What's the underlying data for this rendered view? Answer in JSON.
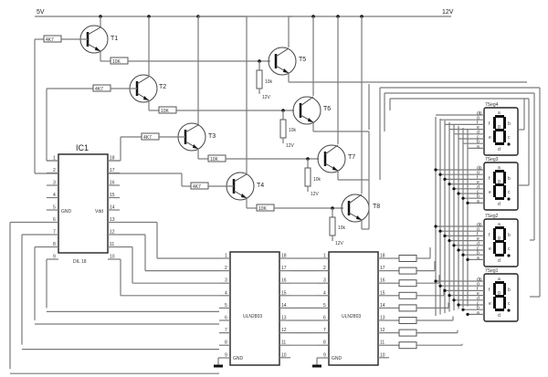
{
  "title": "4-digit 7-segment multiplexed display driver schematic",
  "rails": {
    "v5": "5V",
    "v12": "12V"
  },
  "ic1": {
    "name": "IC1",
    "package": "DIL 18",
    "gnd_label": "GND",
    "vdd_label": "Vdd",
    "left_pins": [
      "1",
      "2",
      "3",
      "4",
      "5",
      "6",
      "7",
      "8",
      "9"
    ],
    "right_pins": [
      "18",
      "17",
      "16",
      "15",
      "14",
      "13",
      "12",
      "11",
      "10"
    ]
  },
  "drivers": [
    {
      "name": "ULN2803",
      "gnd_label": "GND",
      "left_pins": [
        "1",
        "2",
        "3",
        "4",
        "5",
        "6",
        "7",
        "8",
        "9"
      ],
      "right_pins": [
        "18",
        "17",
        "16",
        "15",
        "14",
        "13",
        "12",
        "11",
        "10"
      ]
    },
    {
      "name": "ULN2803",
      "gnd_label": "GND",
      "left_pins": [
        "1",
        "2",
        "3",
        "4",
        "5",
        "6",
        "7",
        "8",
        "9"
      ],
      "right_pins": [
        "18",
        "17",
        "16",
        "15",
        "14",
        "13",
        "12",
        "11",
        "10"
      ]
    }
  ],
  "npn_transistors": [
    {
      "label": "T1",
      "base_resistor": "4K7",
      "emitter_resistor": "10K"
    },
    {
      "label": "T2",
      "base_resistor": "4K7",
      "emitter_resistor": "10K"
    },
    {
      "label": "T3",
      "base_resistor": "4K7",
      "emitter_resistor": "10K"
    },
    {
      "label": "T4",
      "base_resistor": "4K7",
      "emitter_resistor": "10K"
    }
  ],
  "pnp_transistors": [
    {
      "label": "T5",
      "pullup": "10k",
      "supply": "12V"
    },
    {
      "label": "T6",
      "pullup": "10k",
      "supply": "12V"
    },
    {
      "label": "T7",
      "pullup": "10k",
      "supply": "12V"
    },
    {
      "label": "T8",
      "pullup": "10k",
      "supply": "12V"
    }
  ],
  "displays": [
    {
      "label": "7Seg4"
    },
    {
      "label": "7Seg3"
    },
    {
      "label": "7Seg2"
    },
    {
      "label": "7Seg1"
    }
  ],
  "segment_pins": [
    "dp",
    "g",
    "f",
    "e",
    "d",
    "c",
    "b",
    "a"
  ],
  "segment_letters": {
    "a": "a",
    "b": "b",
    "c": "c",
    "d": "d",
    "e": "e",
    "f": "f",
    "g": "g"
  }
}
